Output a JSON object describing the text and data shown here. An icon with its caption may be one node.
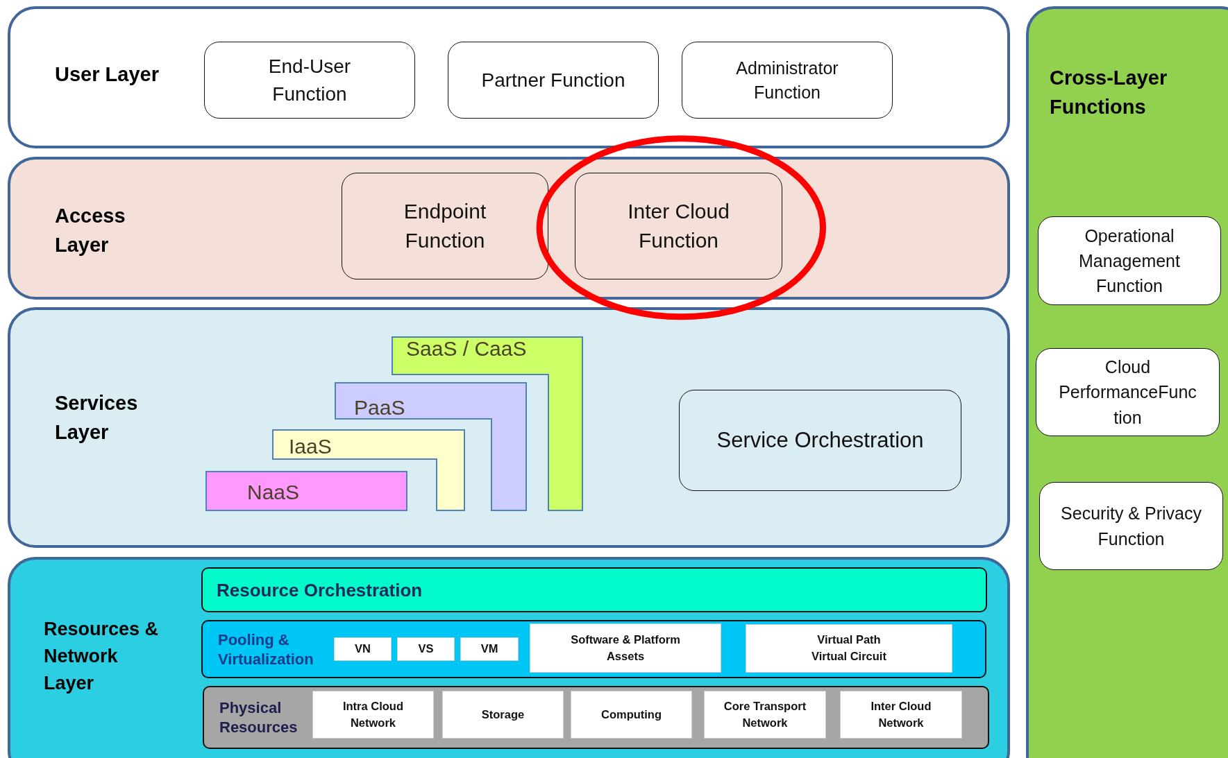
{
  "diagram": {
    "nodes": [
      {
        "text": [
          "User Layer"
        ]
      },
      {
        "text": [
          "End-User Function"
        ],
        "in": 0
      },
      {
        "text": [
          "Partner Function"
        ],
        "in": 0
      },
      {
        "text": [
          "Administrator Function"
        ],
        "in": 0
      },
      {
        "text": [
          "Access Layer"
        ]
      },
      {
        "text": [
          "Endpoint Function"
        ],
        "in": 4
      },
      {
        "text": [
          "Inter Cloud Function"
        ],
        "in": 4
      },
      {
        "text": [
          "Services Layer"
        ]
      },
      {
        "text": [
          "SaaS / CaaS"
        ],
        "in": 7
      },
      {
        "text": [
          "PaaS"
        ],
        "in": 7
      },
      {
        "text": [
          "IaaS"
        ],
        "in": 7
      },
      {
        "text": [
          "NaaS"
        ],
        "in": 7
      },
      {
        "text": [
          "Service Orchestration"
        ],
        "in": 7
      },
      {
        "text": [
          "Resources & Network Layer"
        ]
      },
      {
        "text": [
          "Resource Orchestration"
        ],
        "in": 13
      },
      {
        "text": [
          "Pooling & Virtualization"
        ],
        "in": 13
      },
      {
        "text": [
          "VN"
        ],
        "in": 15
      },
      {
        "text": [
          "VS"
        ],
        "in": 15
      },
      {
        "text": [
          "VM"
        ],
        "in": 15
      },
      {
        "text": [
          "Software & Platform Assets"
        ],
        "in": 15
      },
      {
        "text": [
          "Virtual Path Virtual Circuit"
        ],
        "in": 15
      },
      {
        "text": [
          "Physical Resources"
        ],
        "in": 13
      },
      {
        "text": [
          "Intra Cloud Network"
        ],
        "in": 21
      },
      {
        "text": [
          "Storage"
        ],
        "in": 21
      },
      {
        "text": [
          "Computing"
        ],
        "in": 21
      },
      {
        "text": [
          "Core Transport Network"
        ],
        "in": 21
      },
      {
        "text": [
          "Inter Cloud Network"
        ],
        "in": 21
      },
      {
        "text": [
          "Cross-Layer Functions"
        ]
      },
      {
        "text": [
          "Operational Management Function"
        ],
        "in": 27
      },
      {
        "text": [
          "Cloud PerformanceFunction"
        ],
        "in": 27
      },
      {
        "text": [
          "Security & Privacy Function"
        ],
        "in": 27
      }
    ]
  }
}
